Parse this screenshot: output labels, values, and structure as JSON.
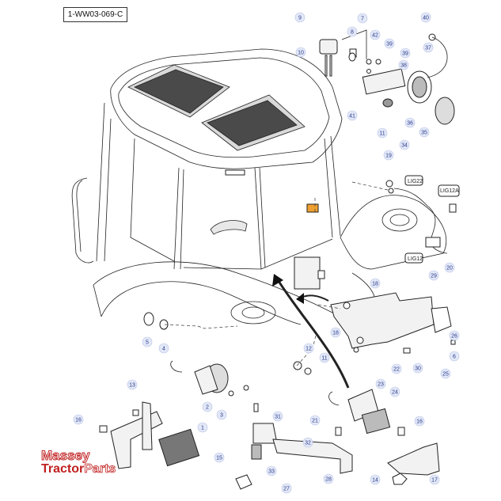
{
  "diagram_ref": "1-WW03-069-C",
  "logo": {
    "line1": "Massey",
    "line2_a": "Tractor",
    "line2_b": "Parts"
  },
  "connector_labels": [
    "LIG22",
    "LIG12A",
    "LIG12"
  ],
  "callouts": [
    "1",
    "2",
    "3",
    "4",
    "5",
    "6",
    "7",
    "8",
    "9",
    "10",
    "11",
    "11",
    "12",
    "13",
    "14",
    "15",
    "16",
    "16",
    "17",
    "18",
    "18",
    "19",
    "20",
    "21",
    "22",
    "23",
    "24",
    "25",
    "26",
    "27",
    "28",
    "29",
    "30",
    "31",
    "32",
    "33",
    "34",
    "35",
    "36",
    "37",
    "38",
    "39",
    "39",
    "40",
    "41",
    "42"
  ],
  "colors": {
    "callout_fill": "#e2e8f7",
    "callout_text": "#2a3a8c",
    "highlight": "#f0a030",
    "logo_red": "#c02020"
  }
}
